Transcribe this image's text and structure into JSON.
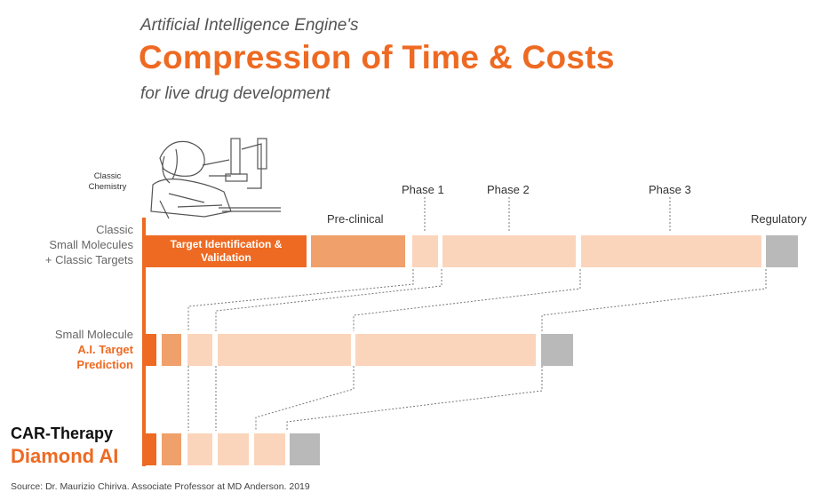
{
  "header": {
    "super_title": "Artificial Intelligence Engine's",
    "main_title": "Compression of Time & Costs",
    "subtitle": "for live drug development"
  },
  "illustration": {
    "caption": "Classic Chemistry"
  },
  "phases": {
    "preclinical": "Pre-clinical",
    "phase1": "Phase 1",
    "phase2": "Phase 2",
    "phase3": "Phase 3",
    "regulatory": "Regulatory"
  },
  "rows": {
    "classic": {
      "label_line1": "Classic",
      "label_line2": "Small Molecules",
      "label_line3": "+ Classic Targets",
      "target_box": "Target Identification & Validation"
    },
    "ai": {
      "label_line1": "Small Molecule",
      "label_line2": "A.I. Target",
      "label_line3": "Prediction"
    },
    "car": {
      "brand_line1": "CAR-Therapy",
      "brand_line2": "Diamond AI"
    }
  },
  "colors": {
    "accent": "#ee6a22",
    "preclinical": "#f0a06a",
    "phase": "#fbd5bb",
    "regulatory": "#b9b9b9"
  },
  "footer": {
    "source": "Source: Dr. Maurizio Chiriva. Associate Professor at MD Anderson. 2019"
  }
}
